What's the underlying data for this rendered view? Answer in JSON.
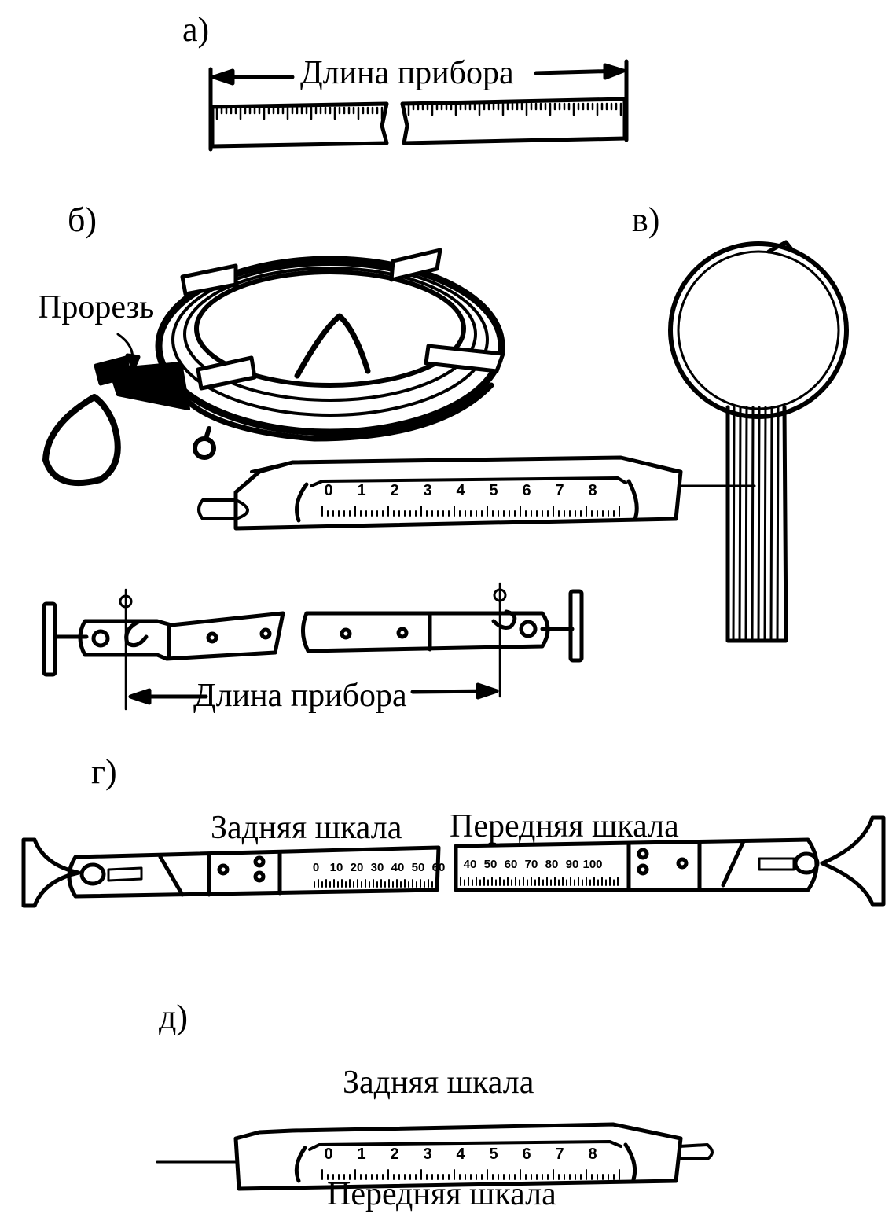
{
  "panels": {
    "a": "а)",
    "b": "б)",
    "v": "в)",
    "g": "г)",
    "d": "д)"
  },
  "labels": {
    "length_a": "Длина прибора",
    "slot": "Прорезь",
    "length_b": "Длина прибора",
    "rear_scale_g": "Задняя шкала",
    "front_scale_g": "Передняя шкала",
    "rear_scale_d": "Задняя шкала",
    "front_scale_d": "Передняя шкала"
  },
  "scales": {
    "g_rear_numbers": [
      "0",
      "10",
      "20",
      "30",
      "40",
      "50",
      "60"
    ],
    "g_front_numbers": [
      "40",
      "50",
      "60",
      "70",
      "80",
      "90",
      "100"
    ],
    "d_numbers": [
      "0",
      "1",
      "2",
      "3",
      "4",
      "5",
      "6",
      "7",
      "8"
    ]
  },
  "colors": {
    "ink": "#000000",
    "paper": "#ffffff"
  }
}
